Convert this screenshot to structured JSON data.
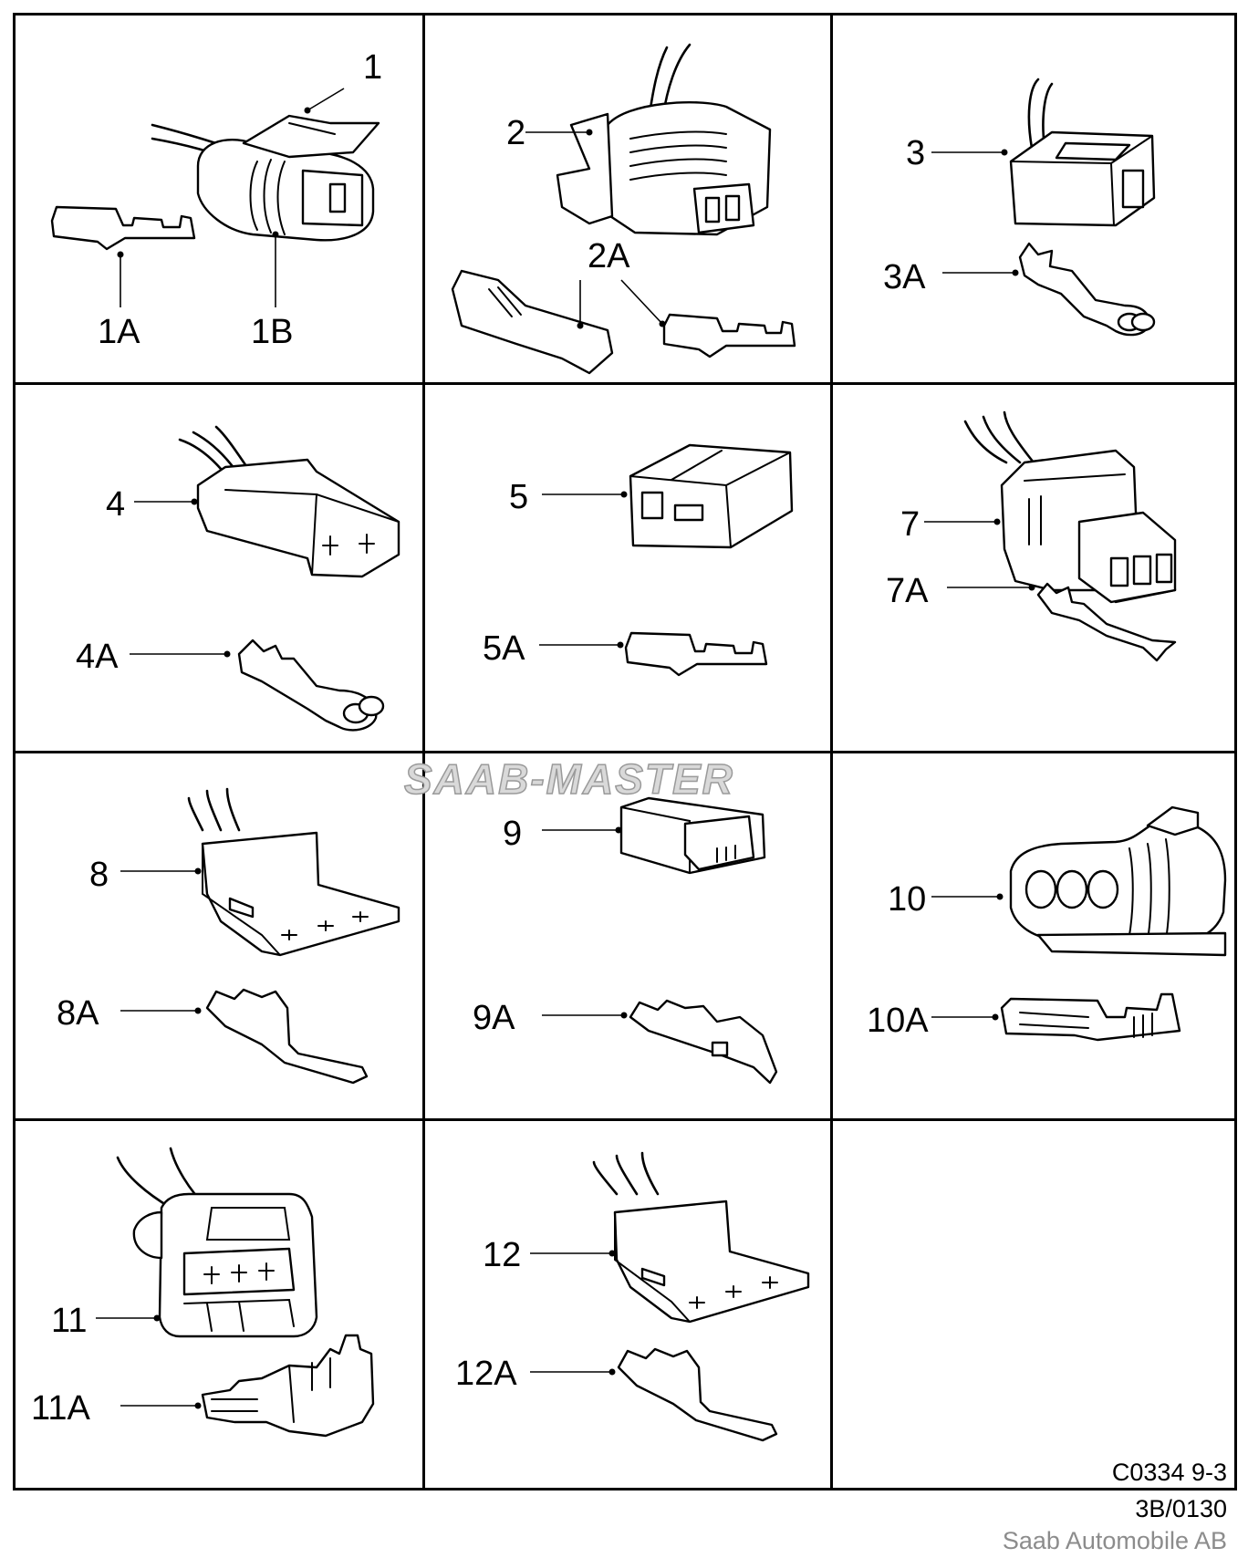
{
  "cells": [
    {
      "id": "c1",
      "labels": [
        "1",
        "1A",
        "1B"
      ],
      "icons": [
        "connector-icon",
        "terminal-icon",
        "seal-icon"
      ]
    },
    {
      "id": "c2",
      "labels": [
        "2",
        "2A"
      ],
      "icons": [
        "connector-icon",
        "terminal-icon"
      ]
    },
    {
      "id": "c3",
      "labels": [
        "3",
        "3A"
      ],
      "icons": [
        "connector-icon",
        "terminal-icon"
      ]
    },
    {
      "id": "c4",
      "labels": [
        "4",
        "4A"
      ],
      "icons": [
        "connector-icon",
        "terminal-icon"
      ]
    },
    {
      "id": "c5",
      "labels": [
        "5",
        "5A"
      ],
      "icons": [
        "connector-icon",
        "terminal-icon"
      ]
    },
    {
      "id": "c7",
      "labels": [
        "7",
        "7A"
      ],
      "icons": [
        "connector-icon",
        "terminal-icon"
      ]
    },
    {
      "id": "c8",
      "labels": [
        "8",
        "8A"
      ],
      "icons": [
        "connector-icon",
        "terminal-icon"
      ]
    },
    {
      "id": "c9",
      "labels": [
        "9",
        "9A"
      ],
      "icons": [
        "connector-icon",
        "terminal-icon"
      ]
    },
    {
      "id": "c10",
      "labels": [
        "10",
        "10A"
      ],
      "icons": [
        "connector-icon",
        "terminal-icon"
      ]
    },
    {
      "id": "c11",
      "labels": [
        "11",
        "11A"
      ],
      "icons": [
        "connector-icon",
        "terminal-icon"
      ]
    },
    {
      "id": "c12",
      "labels": [
        "12",
        "12A"
      ],
      "icons": [
        "connector-icon",
        "terminal-icon"
      ]
    }
  ],
  "watermark": "SAAB-MASTER",
  "footer": {
    "code": "C0334 9-3",
    "ref": "3B/0130",
    "copyright": "Saab Automobile AB"
  },
  "colors": {
    "line": "#000000",
    "background": "#ffffff",
    "watermark_fill": "#d9d9d9",
    "copyright_text": "#8c8c8c"
  }
}
